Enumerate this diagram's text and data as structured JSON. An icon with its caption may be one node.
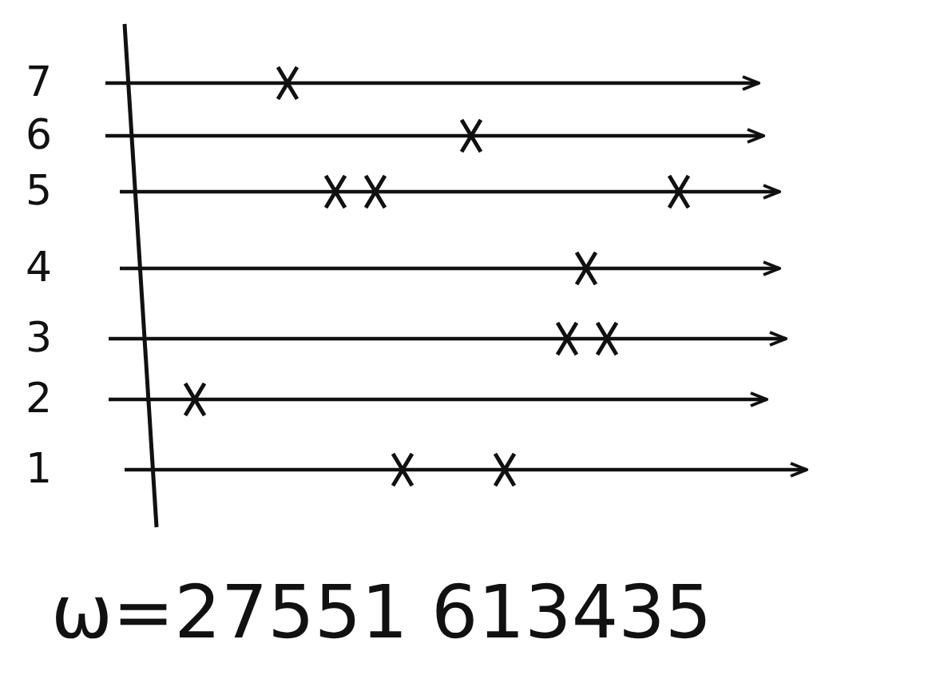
{
  "diagram": {
    "labels": [
      "7",
      "6",
      "5",
      "4",
      "3",
      "2",
      "1",
      "ω=27551 613435"
    ]
  }
}
